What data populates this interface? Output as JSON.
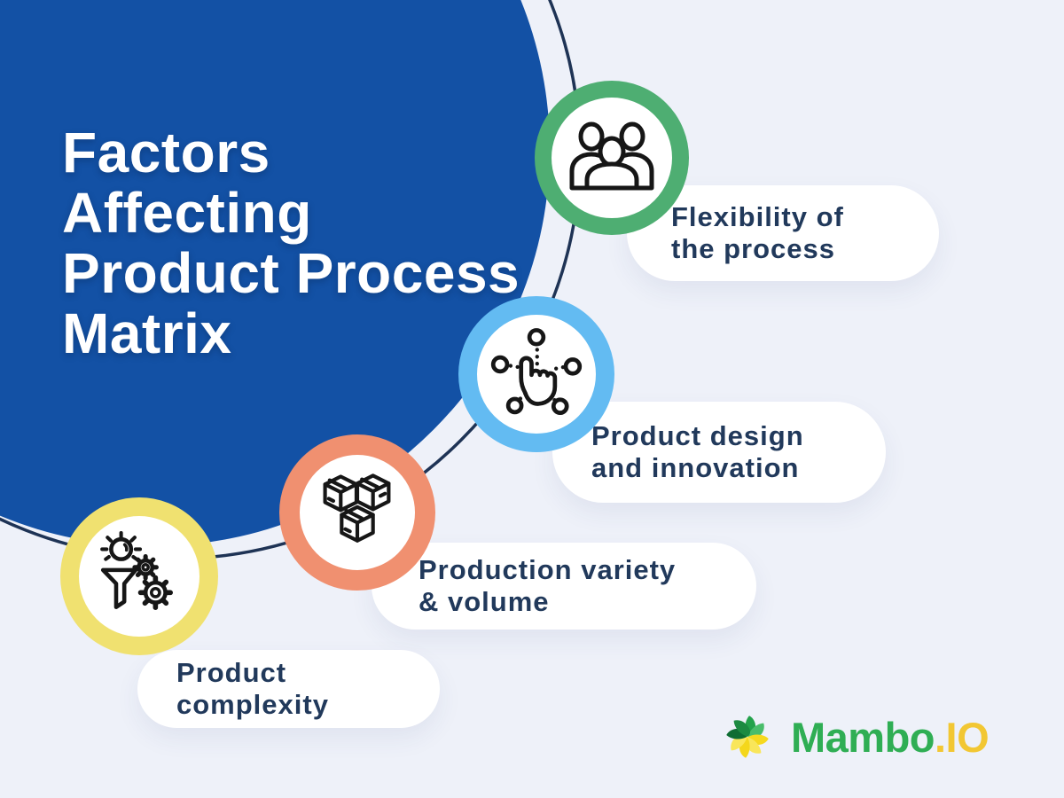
{
  "title": {
    "lines": [
      "Factors",
      "Affecting",
      "Product Process",
      "Matrix"
    ]
  },
  "factors": [
    {
      "label_line1": "Flexibility of",
      "label_line2": "the process",
      "icon": "users-icon",
      "ring_color": "#4EAE72"
    },
    {
      "label_line1": "Product design",
      "label_line2": "and innovation",
      "icon": "touch-network-icon",
      "ring_color": "#63BBF2"
    },
    {
      "label_line1": "Production variety",
      "label_line2": "& volume",
      "icon": "boxes-icon",
      "ring_color": "#F09070"
    },
    {
      "label_line1": "Product",
      "label_line2": "complexity",
      "icon": "idea-gears-icon",
      "ring_color": "#F0E170"
    }
  ],
  "brand": {
    "name_primary": "Mambo",
    "name_suffix": ".IO",
    "logo_icon": "pinwheel-logo",
    "color_primary": "#2FAE54",
    "color_suffix": "#F2C733"
  },
  "palette": {
    "background": "#EEF1F9",
    "main_circle_blue": "#1351A5",
    "outline_ring": "#1E3355",
    "label_text": "#21395B",
    "pill_background": "#FFFFFF",
    "icon_stroke": "#161616"
  }
}
